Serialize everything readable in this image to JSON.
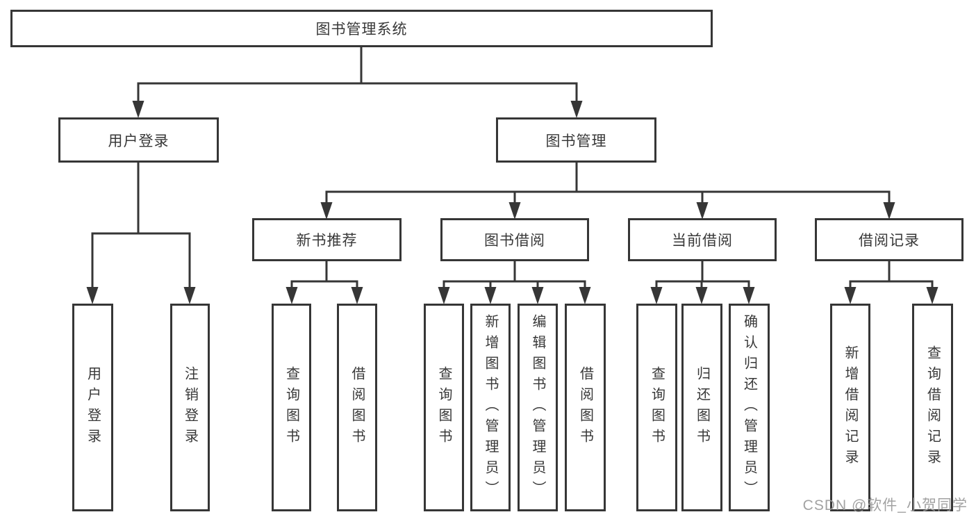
{
  "diagram_title": "图书管理系统",
  "nodes": {
    "root": "图书管理系统",
    "user_login": "用户登录",
    "book_management": "图书管理",
    "new_book_recommend": "新书推荐",
    "book_borrow": "图书借阅",
    "current_borrow": "当前借阅",
    "borrow_records": "借阅记录",
    "leaf_user_login": "用户登录",
    "leaf_logout": "注销登录",
    "leaf_nb_query": "查询图书",
    "leaf_nb_borrow": "借阅图书",
    "leaf_bb_query": "查询图书",
    "leaf_bb_add": "新增图书（管理员）",
    "leaf_bb_edit": "编辑图书（管理员）",
    "leaf_bb_borrow": "借阅图书",
    "leaf_cb_query": "查询图书",
    "leaf_cb_return": "归还图书",
    "leaf_cb_confirm": "确认归还（管理员）",
    "leaf_br_add": "新增借阅记录",
    "leaf_br_query": "查询借阅记录"
  },
  "line_color": "#363636",
  "watermark": "CSDN @软件_小贺同学"
}
